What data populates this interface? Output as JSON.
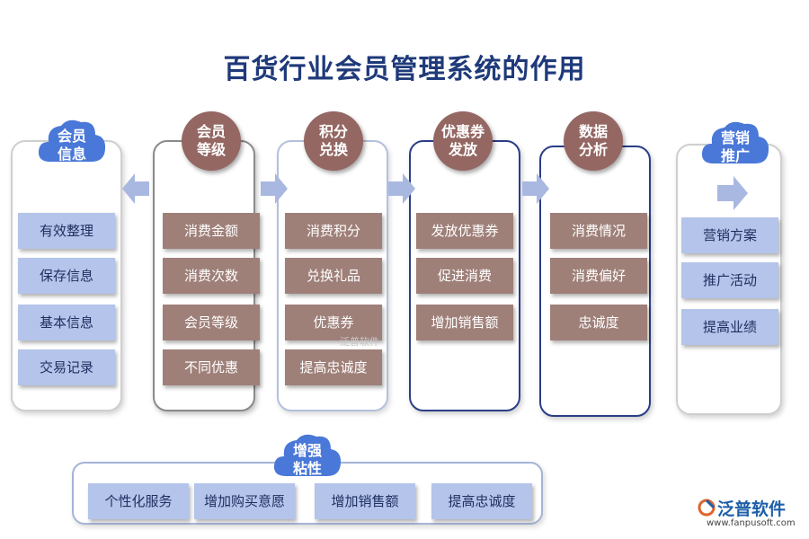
{
  "title": "百货行业会员管理系统的作用",
  "columns": [
    {
      "heading": [
        "会员",
        "信息"
      ],
      "items": [
        "有效整理",
        "保存信息",
        "基本信息",
        "交易记录"
      ]
    },
    {
      "heading": [
        "会员",
        "等级"
      ],
      "items": [
        "消费金额",
        "消费次数",
        "会员等级",
        "不同优惠"
      ]
    },
    {
      "heading": [
        "积分",
        "兑换"
      ],
      "items": [
        "消费积分",
        "兑换礼品",
        "优惠券",
        "提高忠诚度"
      ]
    },
    {
      "heading": [
        "优惠券",
        "发放"
      ],
      "items": [
        "发放优惠券",
        "促进消费",
        "增加销售额"
      ]
    },
    {
      "heading": [
        "数据",
        "分析"
      ],
      "items": [
        "消费情况",
        "消费偏好",
        "忠诚度"
      ]
    },
    {
      "heading": [
        "营销",
        "推广"
      ],
      "items": [
        "营销方案",
        "推广活动",
        "提高业绩"
      ]
    }
  ],
  "bottom": {
    "heading": [
      "增强",
      "粘性"
    ],
    "items": [
      "个性化服务",
      "增加购买意愿",
      "增加销售额",
      "提高忠诚度"
    ]
  },
  "watermark": "泛普软件",
  "logo": {
    "name": "泛普软件",
    "url": "www.fanpusoft.com"
  },
  "colors": {
    "title": "#1f3a7a",
    "circle": "#946763",
    "cloud": "#4a78d8",
    "item_blue": "#b4c4ea",
    "item_brown": "#9f8079",
    "arrow": "#a9b8e0"
  }
}
